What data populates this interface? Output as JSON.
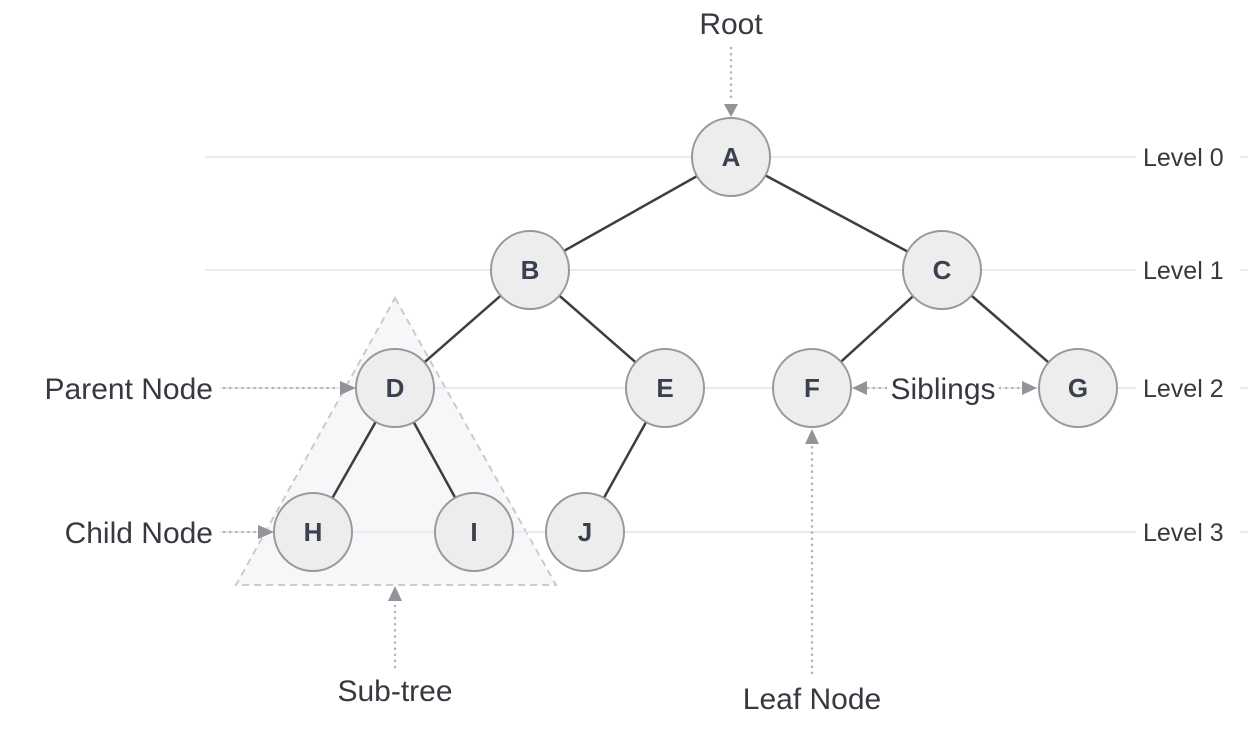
{
  "colors": {
    "background": "#ffffff",
    "node_fill": "#ededee",
    "node_border": "#98989d",
    "node_text": "#39414e",
    "edge": "#3e3e40",
    "level_line": "#eaeaec",
    "label_text": "#36393f",
    "arrow": "#b4b4b7",
    "arrowhead": "#93939a",
    "subtree_fill": "#f7f7f9",
    "subtree_border": "#cbcbcf"
  },
  "annotations": {
    "root": "Root",
    "parent_node": "Parent Node",
    "child_node": "Child Node",
    "sub_tree": "Sub-tree",
    "leaf_node": "Leaf Node",
    "siblings": "Siblings"
  },
  "levels": [
    {
      "label": "Level 0"
    },
    {
      "label": "Level 1"
    },
    {
      "label": "Level 2"
    },
    {
      "label": "Level 3"
    }
  ],
  "tree": {
    "nodes": [
      {
        "id": "A",
        "label": "A",
        "level": 0
      },
      {
        "id": "B",
        "label": "B",
        "level": 1
      },
      {
        "id": "C",
        "label": "C",
        "level": 1
      },
      {
        "id": "D",
        "label": "D",
        "level": 2
      },
      {
        "id": "E",
        "label": "E",
        "level": 2
      },
      {
        "id": "F",
        "label": "F",
        "level": 2
      },
      {
        "id": "G",
        "label": "G",
        "level": 2
      },
      {
        "id": "H",
        "label": "H",
        "level": 3
      },
      {
        "id": "I",
        "label": "I",
        "level": 3
      },
      {
        "id": "J",
        "label": "J",
        "level": 3
      }
    ],
    "edges": [
      [
        "A",
        "B"
      ],
      [
        "A",
        "C"
      ],
      [
        "B",
        "D"
      ],
      [
        "B",
        "E"
      ],
      [
        "C",
        "F"
      ],
      [
        "C",
        "G"
      ],
      [
        "D",
        "H"
      ],
      [
        "D",
        "I"
      ],
      [
        "E",
        "J"
      ]
    ],
    "subtree_members": [
      "D",
      "H",
      "I"
    ]
  }
}
